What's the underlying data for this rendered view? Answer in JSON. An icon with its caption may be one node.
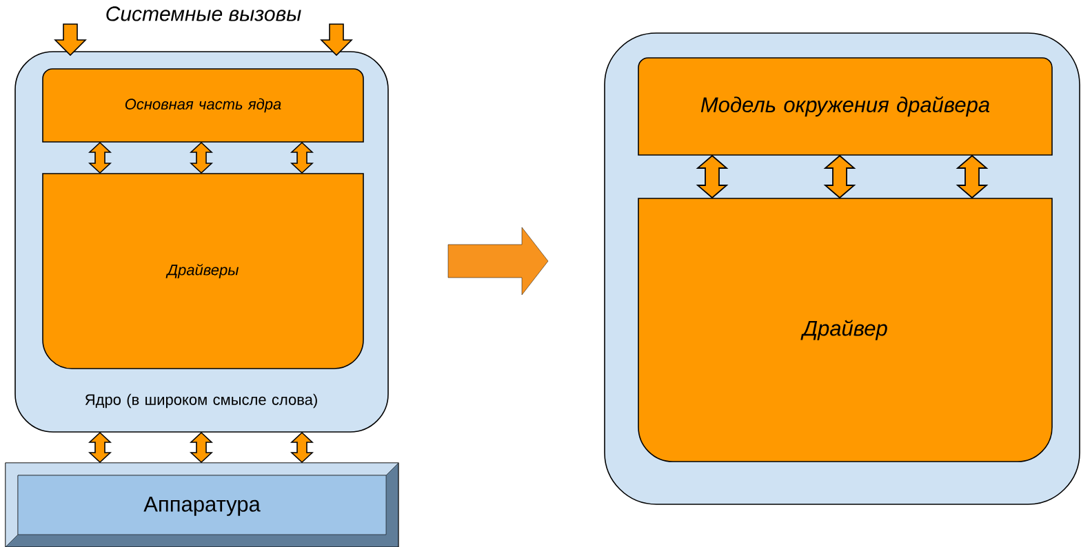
{
  "diagram": {
    "title": "Системные вызовы",
    "nodes": [
      {
        "text": [
          "Ядро (в широком смысле слова)"
        ]
      },
      {
        "text": [
          "Основная часть ядра"
        ],
        "in": 0
      },
      {
        "text": [
          "Драйверы"
        ],
        "in": 0
      },
      {
        "text": [
          "Аппаратура"
        ]
      },
      {
        "text": [],
        "shape": "box"
      },
      {
        "text": [
          "Модель окружения драйвера"
        ],
        "in": 4
      },
      {
        "text": [
          "Драйвер"
        ],
        "in": 4
      }
    ],
    "edges": [
      {
        "from": null,
        "to": 0,
        "arrow": "to"
      },
      {
        "from": null,
        "to": 0,
        "arrow": "to"
      },
      {
        "from": 1,
        "to": 2,
        "arrow": "both"
      },
      {
        "from": 1,
        "to": 2,
        "arrow": "both"
      },
      {
        "from": 1,
        "to": 2,
        "arrow": "both"
      },
      {
        "from": 0,
        "to": 3,
        "arrow": "both"
      },
      {
        "from": 0,
        "to": 3,
        "arrow": "both"
      },
      {
        "from": 0,
        "to": 3,
        "arrow": "both"
      },
      {
        "from": 0,
        "to": 4,
        "arrow": "to"
      },
      {
        "from": 5,
        "to": 6,
        "arrow": "both"
      },
      {
        "from": 5,
        "to": 6,
        "arrow": "both"
      },
      {
        "from": 5,
        "to": 6,
        "arrow": "both"
      }
    ]
  }
}
